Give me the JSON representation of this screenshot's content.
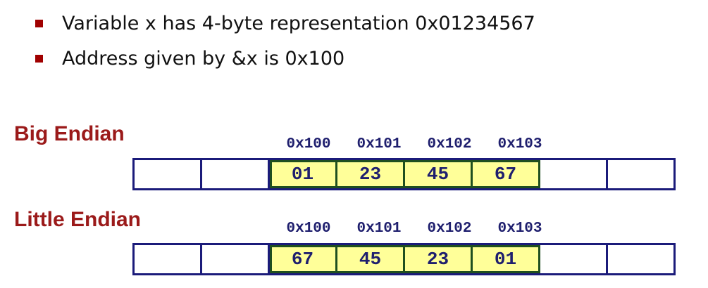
{
  "bullets": [
    {
      "text": "Variable x has 4-byte representation 0x01234567"
    },
    {
      "text": "Address given by &x is 0x100"
    }
  ],
  "colors": {
    "bullet_marker": "#a00000",
    "section_title": "#9b1a1a",
    "border": "#1b1b7a",
    "filled_cell": "#ffff99",
    "filled_border": "#1f4f1f",
    "mono_text": "#1f1f6e"
  },
  "big_endian": {
    "title": "Big Endian",
    "addresses": [
      "0x100",
      "0x101",
      "0x102",
      "0x103"
    ],
    "bytes": [
      "01",
      "23",
      "45",
      "67"
    ]
  },
  "little_endian": {
    "title": "Little Endian",
    "addresses": [
      "0x100",
      "0x101",
      "0x102",
      "0x103"
    ],
    "bytes": [
      "67",
      "45",
      "23",
      "01"
    ]
  }
}
